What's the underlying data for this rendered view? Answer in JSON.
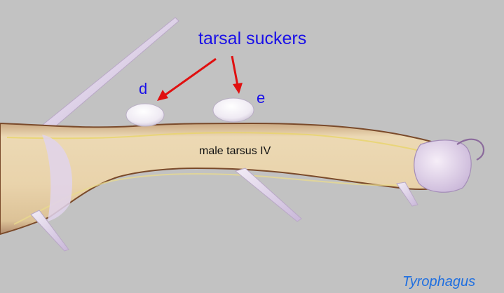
{
  "labels": {
    "title": "tarsal suckers",
    "sucker_d": "d",
    "sucker_e": "e",
    "part": "male tarsus IV",
    "genus": "Tyrophagus"
  },
  "colors": {
    "background": "#c2c2c2",
    "label_blue": "#1a10e8",
    "genus_blue": "#1f6fe0",
    "arrow_red": "#e01010",
    "tarsus_fill": "#e6cfa4",
    "tarsus_outline": "#7a4a2a",
    "sucker_white": "#f4f2f6",
    "seta_lilac": "#e2d6ee"
  }
}
